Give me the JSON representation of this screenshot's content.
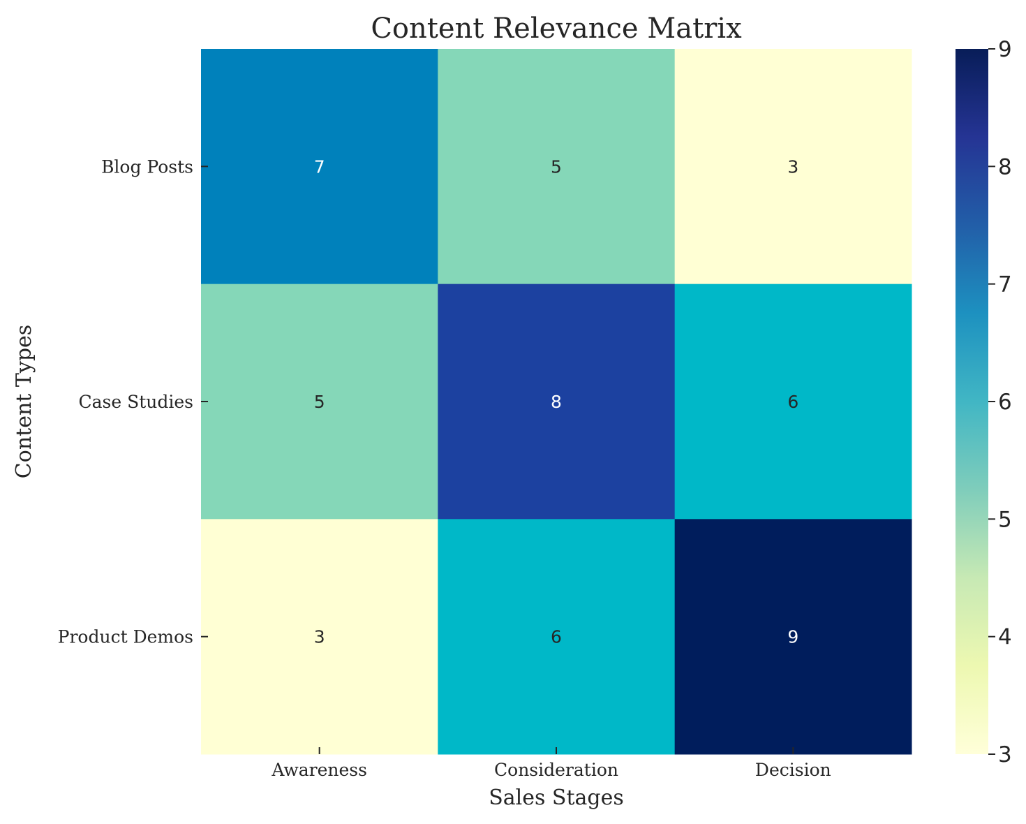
{
  "chart_data": {
    "type": "heatmap",
    "title": "Content Relevance Matrix",
    "xlabel": "Sales Stages",
    "ylabel": "Content Types",
    "x_categories": [
      "Awareness",
      "Consideration",
      "Decision"
    ],
    "y_categories": [
      "Blog Posts",
      "Case Studies",
      "Product Demos"
    ],
    "values": [
      [
        7,
        5,
        3
      ],
      [
        5,
        8,
        6
      ],
      [
        3,
        6,
        9
      ]
    ],
    "colorbar": {
      "range": [
        3,
        9
      ],
      "ticks": [
        3,
        4,
        5,
        6,
        7,
        8,
        9
      ],
      "colormap": "YlGnBu",
      "stops": [
        "#ffffd9",
        "#edf8b1",
        "#c7e9b4",
        "#7fcdbb",
        "#41b6c4",
        "#1d91c0",
        "#225ea8",
        "#253494",
        "#081d58"
      ]
    },
    "cell_colors": [
      [
        "#0081bb",
        "#85d7b8",
        "#ffffd4"
      ],
      [
        "#85d7b8",
        "#1c41a0",
        "#00b8c8"
      ],
      [
        "#ffffd4",
        "#00b8c8",
        "#001d5c"
      ]
    ]
  }
}
